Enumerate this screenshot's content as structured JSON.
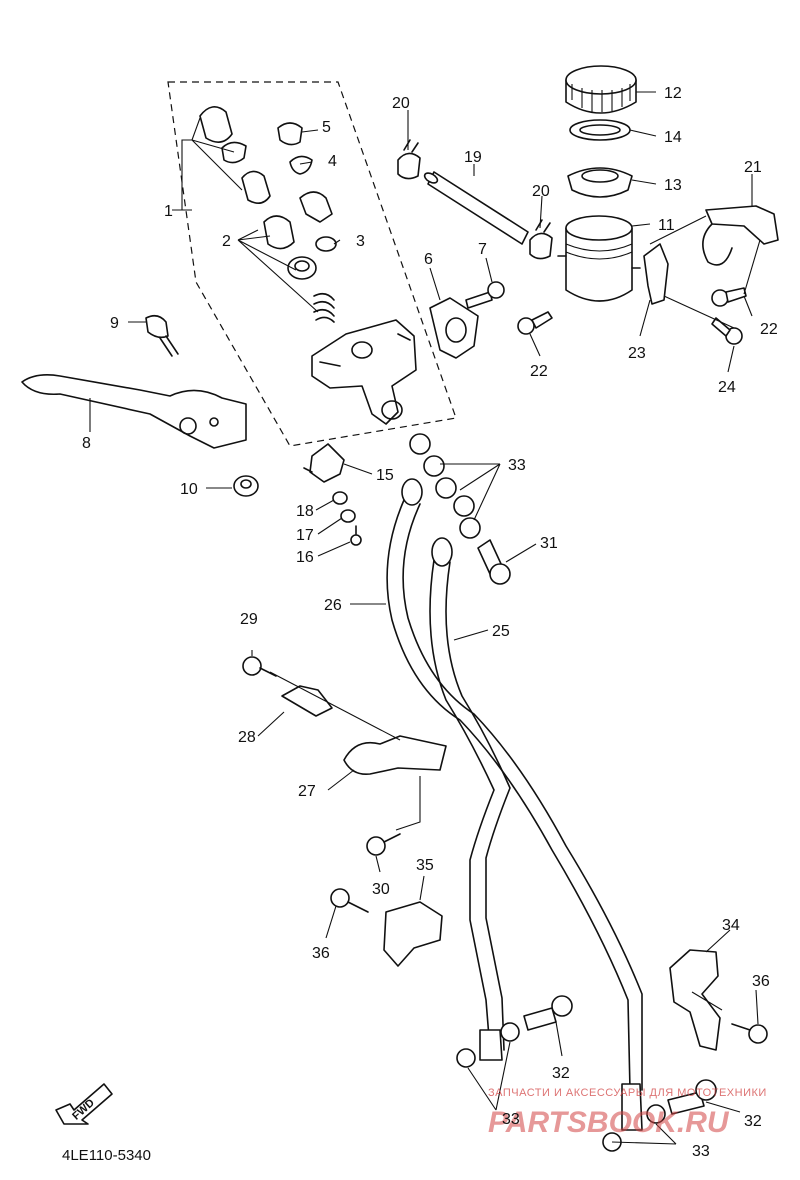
{
  "diagram_code": "4LE110-5340",
  "fwd_label": "FWD",
  "watermark": {
    "line1": "ЗАПЧАСТИ И АКСЕССУАРЫ ДЛЯ МОТОТЕХНИКИ",
    "line2": "PARTSBOOK.RU"
  },
  "callouts": [
    {
      "id": "c1",
      "label": "1"
    },
    {
      "id": "c2",
      "label": "2"
    },
    {
      "id": "c3",
      "label": "3"
    },
    {
      "id": "c4",
      "label": "4"
    },
    {
      "id": "c5",
      "label": "5"
    },
    {
      "id": "c6",
      "label": "6"
    },
    {
      "id": "c7",
      "label": "7"
    },
    {
      "id": "c8",
      "label": "8"
    },
    {
      "id": "c9",
      "label": "9"
    },
    {
      "id": "c10",
      "label": "10"
    },
    {
      "id": "c11",
      "label": "11"
    },
    {
      "id": "c12",
      "label": "12"
    },
    {
      "id": "c13",
      "label": "13"
    },
    {
      "id": "c14",
      "label": "14"
    },
    {
      "id": "c15",
      "label": "15"
    },
    {
      "id": "c16",
      "label": "16"
    },
    {
      "id": "c17",
      "label": "17"
    },
    {
      "id": "c18",
      "label": "18"
    },
    {
      "id": "c19",
      "label": "19"
    },
    {
      "id": "c20a",
      "label": "20"
    },
    {
      "id": "c20b",
      "label": "20"
    },
    {
      "id": "c21",
      "label": "21"
    },
    {
      "id": "c22a",
      "label": "22"
    },
    {
      "id": "c22b",
      "label": "22"
    },
    {
      "id": "c23",
      "label": "23"
    },
    {
      "id": "c24",
      "label": "24"
    },
    {
      "id": "c25",
      "label": "25"
    },
    {
      "id": "c26",
      "label": "26"
    },
    {
      "id": "c27",
      "label": "27"
    },
    {
      "id": "c28",
      "label": "28"
    },
    {
      "id": "c29",
      "label": "29"
    },
    {
      "id": "c30",
      "label": "30"
    },
    {
      "id": "c31",
      "label": "31"
    },
    {
      "id": "c32a",
      "label": "32"
    },
    {
      "id": "c32b",
      "label": "32"
    },
    {
      "id": "c33a",
      "label": "33"
    },
    {
      "id": "c33b",
      "label": "33"
    },
    {
      "id": "c33c",
      "label": "33"
    },
    {
      "id": "c34",
      "label": "34"
    },
    {
      "id": "c35",
      "label": "35"
    },
    {
      "id": "c36a",
      "label": "36"
    },
    {
      "id": "c36b",
      "label": "36"
    }
  ]
}
